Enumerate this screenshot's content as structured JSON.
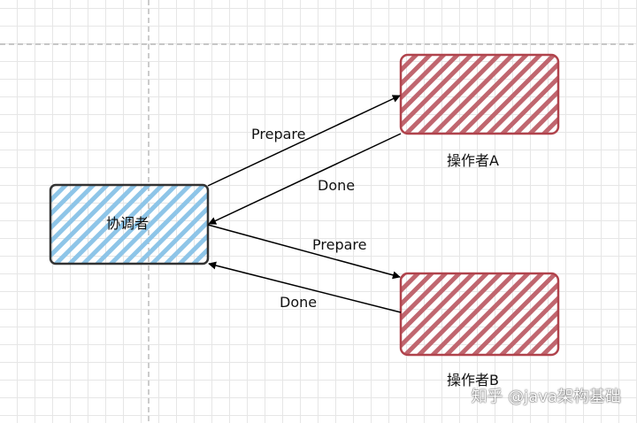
{
  "nodes": {
    "coordinator": {
      "label": "协调者",
      "color": "#8ec5e8"
    },
    "operator_a": {
      "label": "操作者A",
      "color": "#c0666f"
    },
    "operator_b": {
      "label": "操作者B",
      "color": "#c0666f"
    }
  },
  "edges": {
    "prepare_a": {
      "label": "Prepare"
    },
    "done_a": {
      "label": "Done"
    },
    "prepare_b": {
      "label": "Prepare"
    },
    "done_b": {
      "label": "Done"
    }
  },
  "watermark": "知乎 @java架构基础"
}
